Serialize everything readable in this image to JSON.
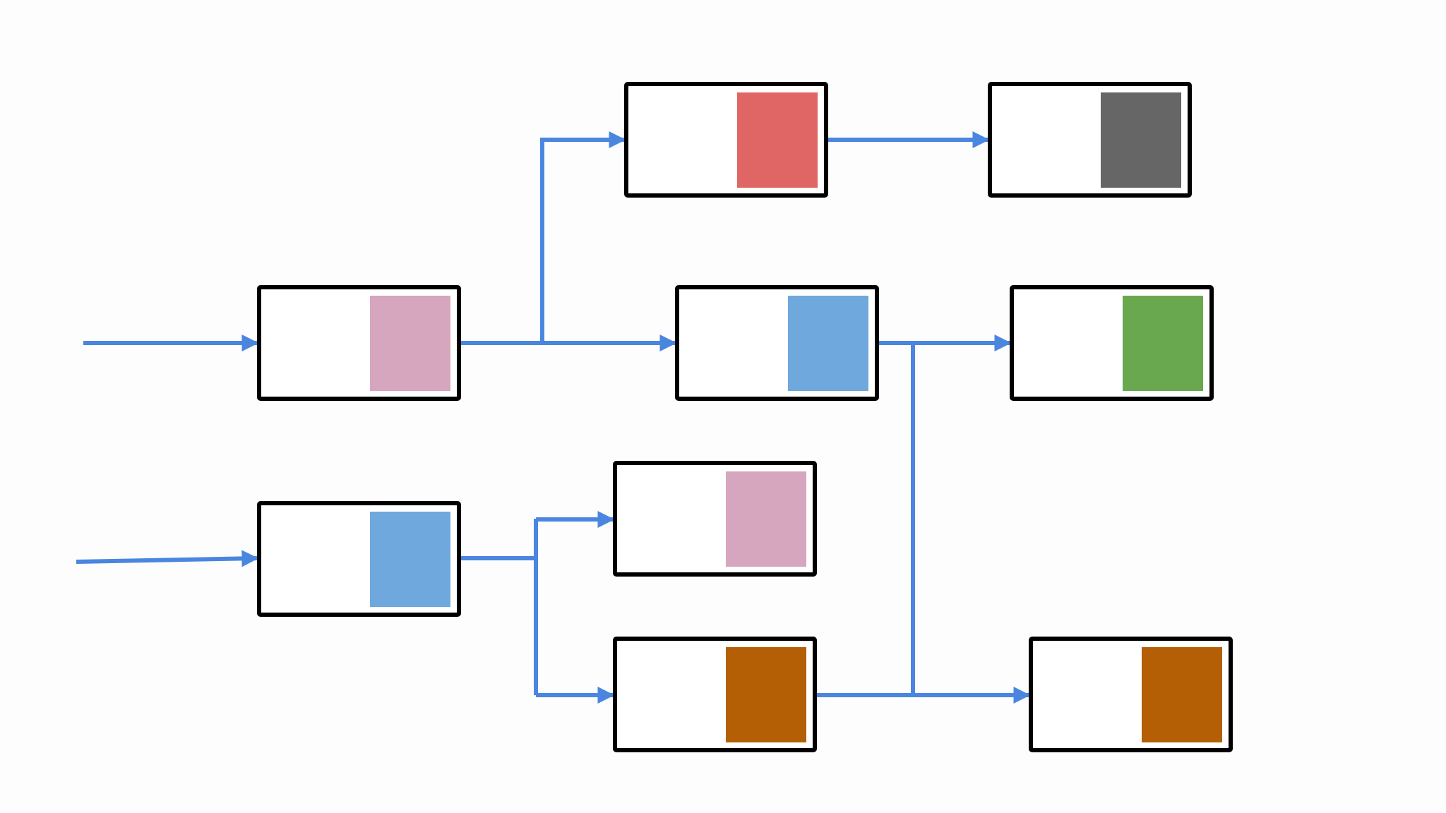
{
  "colors": {
    "connector": "#4a86e0",
    "frame": "#000000",
    "background": "#fdfdfd"
  },
  "nodes": [
    {
      "id": "n1",
      "swatch_color": "#d5a6bd"
    },
    {
      "id": "n2",
      "swatch_color": "#6fa8dc"
    },
    {
      "id": "n3",
      "swatch_color": "#e06666"
    },
    {
      "id": "n4",
      "swatch_color": "#6fa8dc"
    },
    {
      "id": "n5",
      "swatch_color": "#d5a6bd"
    },
    {
      "id": "n6",
      "swatch_color": "#b45f06"
    },
    {
      "id": "n7",
      "swatch_color": "#666666"
    },
    {
      "id": "n8",
      "swatch_color": "#6aa84f"
    },
    {
      "id": "n9",
      "swatch_color": "#b45f06"
    }
  ],
  "edges": [
    {
      "from": "input",
      "to": "n1"
    },
    {
      "from": "input",
      "to": "n2"
    },
    {
      "from": "n1",
      "to": "n3"
    },
    {
      "from": "n1",
      "to": "n4"
    },
    {
      "from": "n2",
      "to": "n5"
    },
    {
      "from": "n2",
      "to": "n6"
    },
    {
      "from": "n3",
      "to": "n7"
    },
    {
      "from": "n4",
      "to": "n8"
    },
    {
      "from": "n4",
      "to": "n9"
    },
    {
      "from": "n6",
      "to": "n9"
    }
  ]
}
